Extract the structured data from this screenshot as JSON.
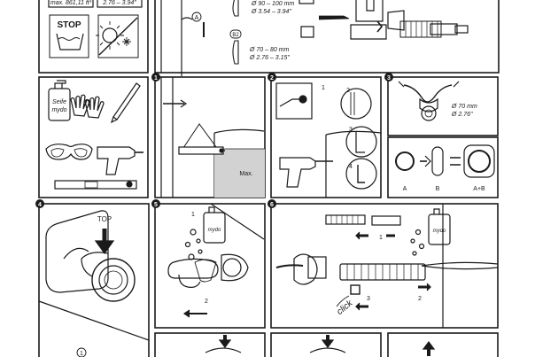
{
  "sheet": {
    "max_volume": "max. 861,11 ft³",
    "top_dim_in": "2.76 – 3.94\"",
    "stop_label": "STOP",
    "label_a": "A",
    "label_b": "B",
    "label_b2": "B2",
    "dim_a_mm": "Ø 90 – 100 mm",
    "dim_a_in": "Ø 3.54 – 3.94\"",
    "dim_b_mm": "Ø 70 – 80 mm",
    "dim_b_in": "Ø 2.76 – 3.15\"",
    "seife": "Seife",
    "mydo": "mydo",
    "max_label": "Max.",
    "dim_c_mm": "Ø 70 mm",
    "dim_c_in": "Ø 2.76\"",
    "label_ab": "A+B",
    "top_label": "TOP",
    "click": "click",
    "steps": [
      "1",
      "2",
      "3",
      "4",
      "5",
      "6"
    ],
    "sub_1": "1",
    "sub_2": "2",
    "sub_3": "3",
    "sub_4": "4"
  }
}
